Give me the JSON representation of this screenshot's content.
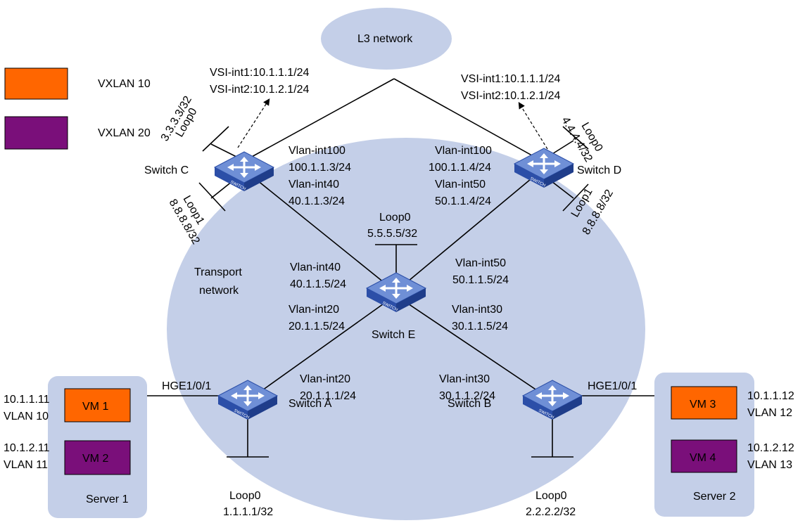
{
  "colors": {
    "cloud": "#c4cfe8",
    "server_box": "#c4cfe8",
    "vxlan10": "#ff6600",
    "vxlan20": "#7a0f7a",
    "switch_top": "#6f8fd6",
    "switch_side": "#2c4fa8",
    "line": "#000000"
  },
  "legend": [
    {
      "label": "VXLAN 10",
      "color": "#ff6600"
    },
    {
      "label": "VXLAN 20",
      "color": "#7a0f7a"
    }
  ],
  "clouds": {
    "l3": "L3 network",
    "transport_line1": "Transport",
    "transport_line2": "network"
  },
  "switches": {
    "c": {
      "name": "Switch C",
      "badge": "SWITCH"
    },
    "d": {
      "name": "Switch D",
      "badge": "SWITCH"
    },
    "e": {
      "name": "Switch E",
      "badge": "SWITCH"
    },
    "a": {
      "name": "Switch A",
      "badge": "SWITCH"
    },
    "b": {
      "name": "Switch B",
      "badge": "SWITCH"
    }
  },
  "labels": {
    "c_vsi1": "VSI-int1:10.1.1.1/24",
    "c_vsi2": "VSI-int2:10.1.2.1/24",
    "d_vsi1": "VSI-int1:10.1.1.1/24",
    "d_vsi2": "VSI-int2:10.1.2.1/24",
    "c_loop0_name": "Loop0",
    "c_loop0_ip": "3.3.3.3/32",
    "c_loop1_name": "Loop1",
    "c_loop1_ip": "8.8.8.8/32",
    "d_loop0_name": "Loop0",
    "d_loop0_ip": "4.4.4.4/32",
    "d_loop1_name": "Loop1",
    "d_loop1_ip": "8.8.8.8/32",
    "c_vlan100": "Vlan-int100",
    "c_vlan100_ip": "100.1.1.3/24",
    "c_vlan40": "Vlan-int40",
    "c_vlan40_ip": "40.1.1.3/24",
    "d_vlan100": "Vlan-int100",
    "d_vlan100_ip": "100.1.1.4/24",
    "d_vlan50": "Vlan-int50",
    "d_vlan50_ip": "50.1.1.4/24",
    "e_loop0_name": "Loop0",
    "e_loop0_ip": "5.5.5.5/32",
    "e_vlan40": "Vlan-int40",
    "e_vlan40_ip": "40.1.1.5/24",
    "e_vlan50": "Vlan-int50",
    "e_vlan50_ip": "50.1.1.5/24",
    "e_vlan20": "Vlan-int20",
    "e_vlan20_ip": "20.1.1.5/24",
    "e_vlan30": "Vlan-int30",
    "e_vlan30_ip": "30.1.1.5/24",
    "a_vlan20": "Vlan-int20",
    "a_vlan20_ip": "20.1.1.1/24",
    "b_vlan30": "Vlan-int30",
    "b_vlan30_ip": "30.1.1.2/24",
    "a_hge": "HGE1/0/1",
    "b_hge": "HGE1/0/1",
    "a_loop0_name": "Loop0",
    "a_loop0_ip": "1.1.1.1/32",
    "b_loop0_name": "Loop0",
    "b_loop0_ip": "2.2.2.2/32"
  },
  "servers": {
    "s1": {
      "name": "Server 1",
      "vms": [
        {
          "label": "VM 1",
          "ip": "10.1.1.11",
          "vlan": "VLAN 10"
        },
        {
          "label": "VM 2",
          "ip": "10.1.2.11",
          "vlan": "VLAN 11"
        }
      ]
    },
    "s2": {
      "name": "Server 2",
      "vms": [
        {
          "label": "VM 3",
          "ip": "10.1.1.12",
          "vlan": "VLAN 12"
        },
        {
          "label": "VM 4",
          "ip": "10.1.2.12",
          "vlan": "VLAN 13"
        }
      ]
    }
  }
}
